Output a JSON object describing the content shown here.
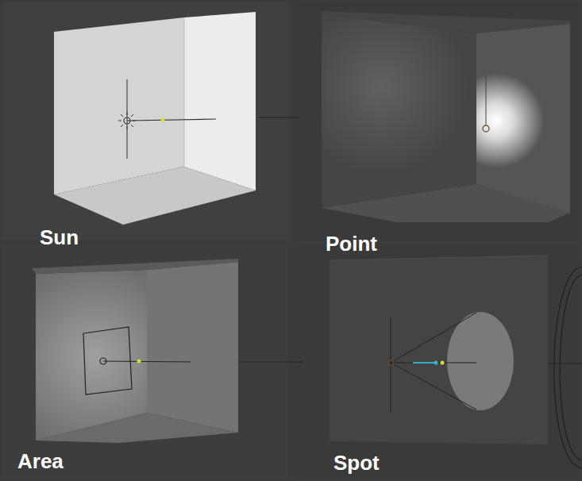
{
  "diagram": {
    "labels": [
      "Sun",
      "Point",
      "Area",
      "Spot"
    ]
  }
}
